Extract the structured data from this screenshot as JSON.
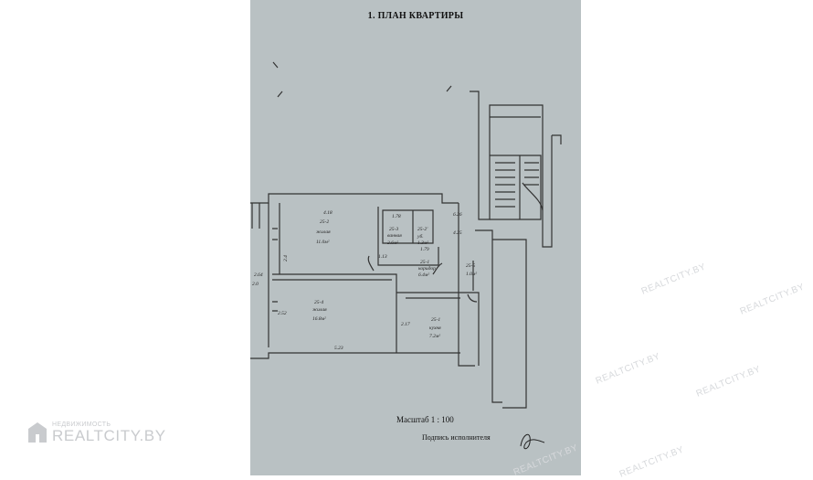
{
  "document": {
    "title": "1. ПЛАН КВАРТИРЫ",
    "scale_label": "Масштаб 1 : 100",
    "signature_label": "Подпись исполнителя"
  },
  "rooms": [
    {
      "id": "25-2",
      "name": "жилая",
      "area": "11.0м²",
      "width": "4.18",
      "depth": "2.4"
    },
    {
      "id": "25-3",
      "name": "ванная",
      "area": "2.6м²",
      "width": "1.78"
    },
    {
      "id": "25-2'",
      "name": "уб.",
      "area": "1.3м²"
    },
    {
      "id": "25-1",
      "name": "коридор",
      "area": "6.4м²"
    },
    {
      "id": "25-5",
      "name": "",
      "area": "1.0м²"
    },
    {
      "id": "25-4",
      "name": "жилая",
      "area": "16.8м²",
      "width": "5.23"
    },
    {
      "id": "25-1 ",
      "name": "кухня",
      "area": "7.2м²"
    }
  ],
  "dimensions": [
    "1.13",
    "6.26",
    "4.25",
    "2.17",
    "2.52",
    "2.64",
    "2.0",
    "1.79"
  ],
  "watermark": {
    "brand_small": "НЕДВИЖИМОСТЬ",
    "brand_big": "REALTCITY.BY",
    "repeat_text": "REALTCITY.BY",
    "color": "#c9cbce"
  }
}
